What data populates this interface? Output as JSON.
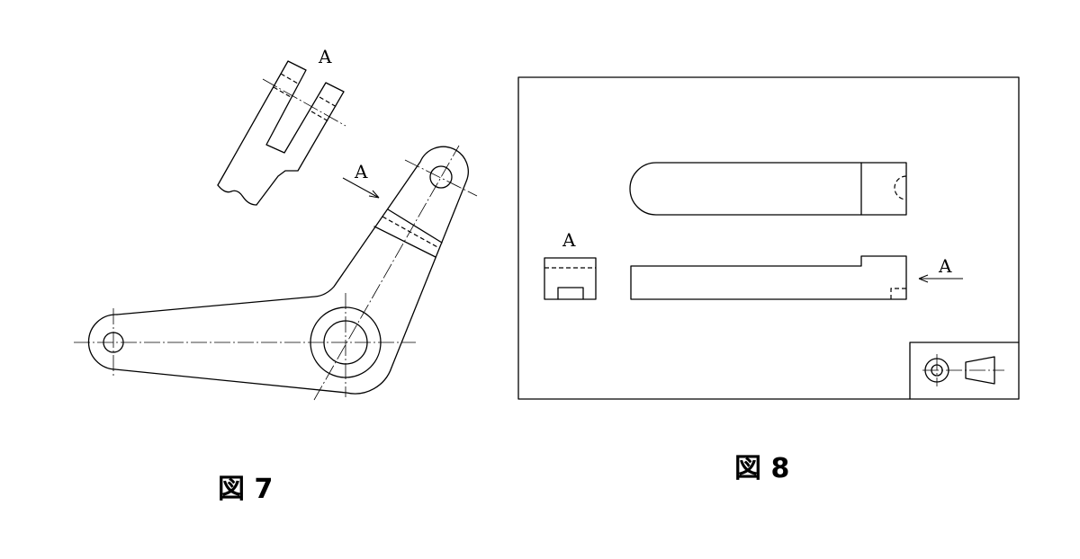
{
  "figure7": {
    "caption": "図 7",
    "labels": {
      "partial_view": "A",
      "arrow": "A"
    }
  },
  "figure8": {
    "caption": "図 8",
    "labels": {
      "side_view": "A",
      "arrow": "A"
    }
  },
  "colors": {
    "line": "#000000",
    "background": "#ffffff"
  }
}
